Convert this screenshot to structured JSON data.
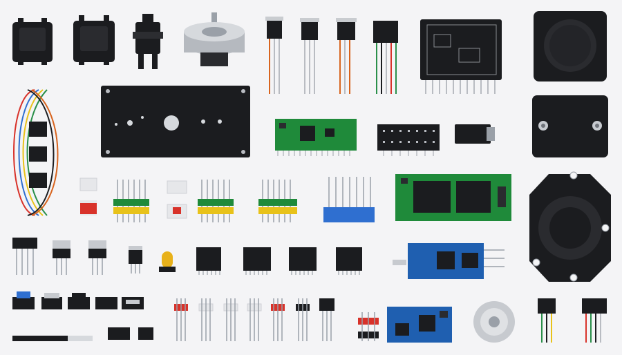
{
  "scene": {
    "description_visible_text": [],
    "colors": {
      "background": "#f4f4f6",
      "black_part": "#1b1c1f",
      "pcb_green": "#1f8a3a",
      "pcb_blue": "#1f5fb0",
      "pin_silver": "#b9bcc2",
      "header_yellow": "#e8c21a",
      "header_blue": "#2f6fd0",
      "accent_red": "#d8322a",
      "accent_amber": "#e8b11a"
    },
    "components": [
      "relay",
      "relay",
      "connector-black",
      "brushless-motor",
      "transistor-wired",
      "transistor-wired",
      "transistor-wired",
      "ribbon-wire-connector",
      "control-board-black",
      "speaker-black",
      "wire-harness",
      "black-panel",
      "green-pcb-module",
      "pin-header-black",
      "barrel-jack",
      "black-enclosure",
      "switch-white",
      "switch-red",
      "header-green-yellow",
      "header-green-yellow",
      "header-green-yellow",
      "header-blue",
      "green-board-chips",
      "round-motor-housing",
      "bridge-rectifier",
      "regulator",
      "regulator",
      "voltage-regulator",
      "led-amber",
      "ic-chip",
      "ic-chip",
      "ic-chip",
      "ic-chip",
      "blue-pcb-module",
      "connector-small",
      "pin-connector",
      "blue-pcb-small",
      "metal-knob",
      "wire-connector"
    ]
  }
}
